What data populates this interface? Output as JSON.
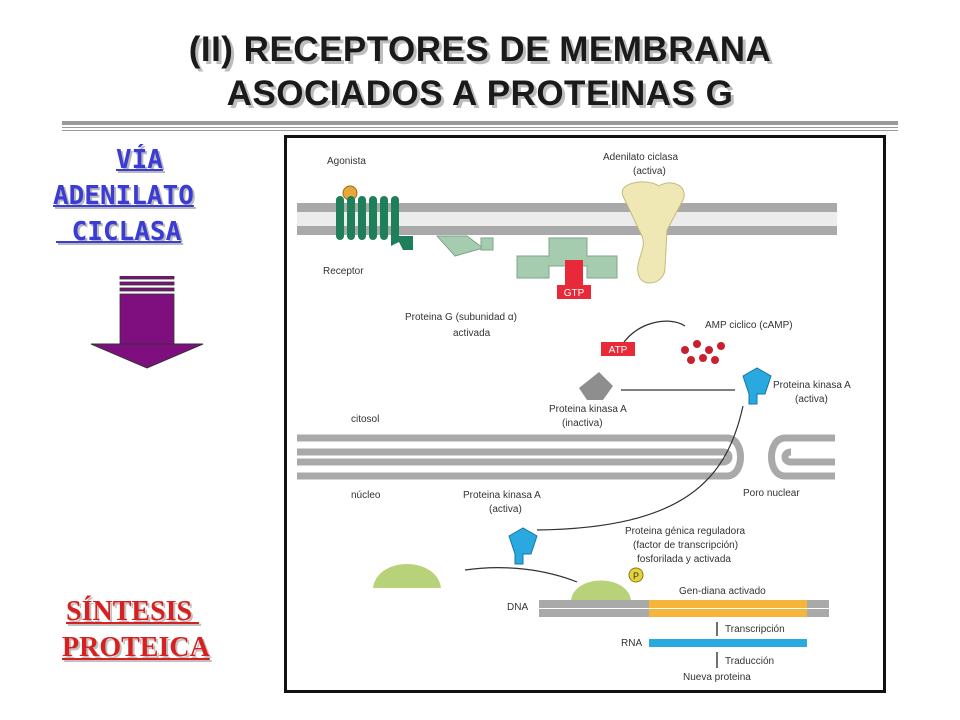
{
  "slide": {
    "title_line1": "(II) RECEPTORES DE MEMBRANA",
    "title_line2": "ASOCIADOS A PROTEINAS G",
    "via_line1": "VÍA",
    "via_line2": "ADENILATO",
    "via_line3": " CICLASA",
    "sintesis_line1": "SÍNTESIS ",
    "sintesis_line2": "PROTEICA",
    "arrow_color": "#7f0f7f"
  },
  "diagram": {
    "agonista": "Agonista",
    "receptor": "Receptor",
    "adenilato_ciclasa_1": "Adenilato ciclasa",
    "adenilato_ciclasa_2": "(activa)",
    "gtp": "GTP",
    "proteina_g_1": "Proteina G (subunidad α)",
    "proteina_g_2": "activada",
    "atp": "ATP",
    "camp": "AMP ciclico (cAMP)",
    "pka_inactiva_1": "Proteina kinasa A",
    "pka_inactiva_2": "(inactiva)",
    "pka_activa_1": "Proteina kinasa A",
    "pka_activa_2": "(activa)",
    "citosol": "citosol",
    "nucleo": "núcleo",
    "poro_nuclear": "Poro nuclear",
    "pka_nuc_1": "Proteina kinasa A",
    "pka_nuc_2": "(activa)",
    "reg_1": "Proteina génica reguladora",
    "reg_2": "(factor de transcripción)",
    "reg_3": "fosforilada y activada",
    "p": "P",
    "gen_diana": "Gen-diana activado",
    "dna": "DNA",
    "transcripcion": "Transcripción",
    "rna": "RNA",
    "traduccion": "Traducción",
    "nueva_proteina": "Nueva proteina"
  }
}
